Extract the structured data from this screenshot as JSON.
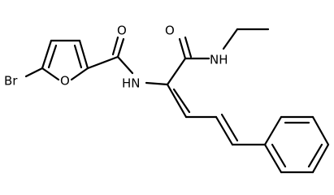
{
  "structure": {
    "atoms": {
      "bromine": "Br",
      "furan_oxygen": "O",
      "amide1_oxygen": "O",
      "amide1_nitrogen": "HN",
      "amide2_oxygen": "O",
      "amide2_nitrogen": "NH"
    },
    "colors": {
      "line": "#000000",
      "background": "#ffffff"
    }
  }
}
